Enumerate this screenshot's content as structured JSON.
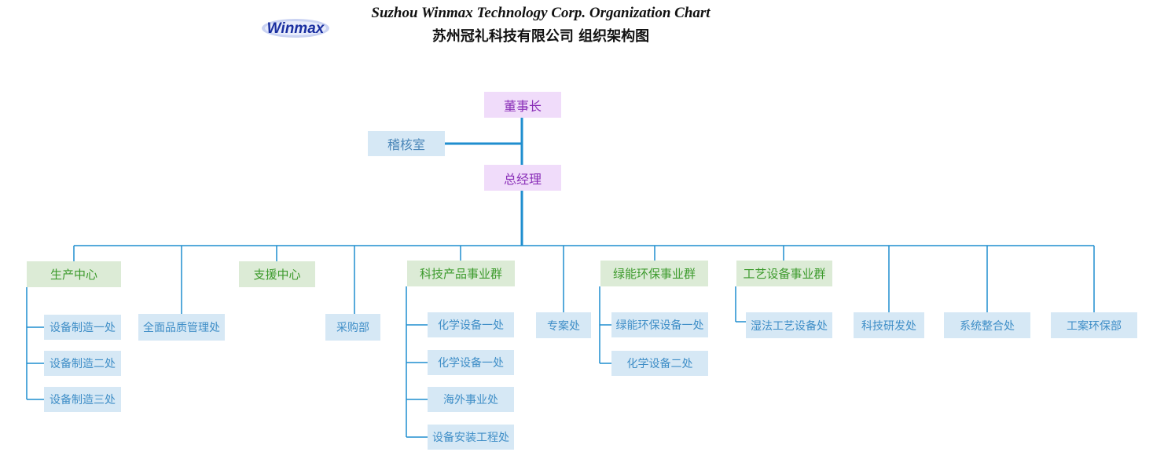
{
  "header": {
    "logo_text": "Winmax",
    "title_en": "Suzhou Winmax Technology Corp. Organization Chart",
    "title_cn": "苏州冠礼科技有限公司 组织架构图"
  },
  "top": {
    "chairman": "董事长",
    "audit": "稽核室",
    "gm": "总经理"
  },
  "departments": {
    "production": {
      "label": "生产中心",
      "items": [
        "设备制造一处",
        "设备制造二处",
        "设备制造三处"
      ]
    },
    "quality": "全面品质管理处",
    "support": "支援中心",
    "purchasing": "采购部",
    "tech_products": {
      "label": "科技产品事业群",
      "items": [
        "化学设备一处",
        "化学设备一处",
        "海外事业处",
        "设备安装工程处"
      ]
    },
    "projects": "专案处",
    "green": {
      "label": "绿能环保事业群",
      "items": [
        "绿能环保设备一处",
        "化学设备二处"
      ]
    },
    "process": {
      "label": "工艺设备事业群",
      "items": [
        "湿法工艺设备处"
      ]
    },
    "rnd": "科技研发处",
    "integration": "系统整合处",
    "env": "工案环保部"
  },
  "colors": {
    "line": "#1f8ecf",
    "top_box": "#f0dcfa",
    "head_box": "#dcebd6",
    "leaf_box": "#d6e8f5"
  }
}
